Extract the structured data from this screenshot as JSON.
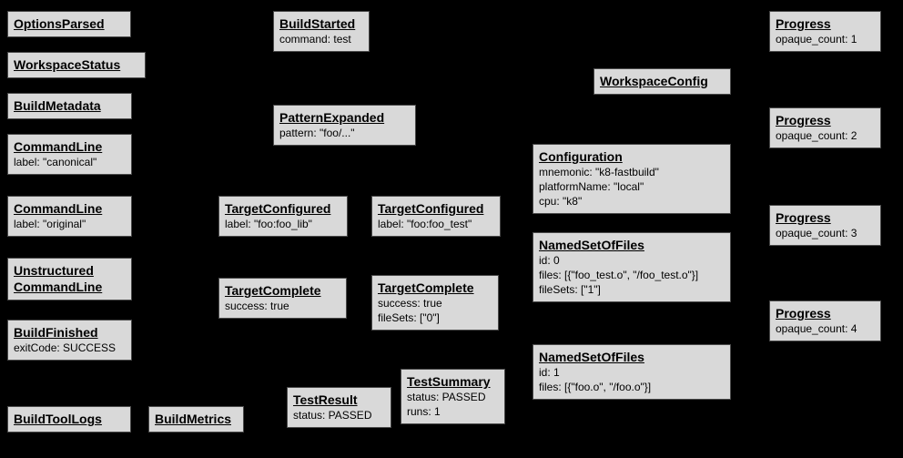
{
  "diagram": {
    "background_color": "#000000",
    "box_color": "#d9d9d9",
    "text_color": "#000000"
  },
  "nodes": [
    {
      "title": "OptionsParsed",
      "lines": []
    },
    {
      "title": "WorkspaceStatus",
      "lines": []
    },
    {
      "title": "BuildMetadata",
      "lines": []
    },
    {
      "title": "CommandLine",
      "lines": [
        "label: \"canonical\""
      ]
    },
    {
      "title": "CommandLine",
      "lines": [
        "label: \"original\""
      ]
    },
    {
      "title": "Unstructured CommandLine",
      "lines": []
    },
    {
      "title": "BuildFinished",
      "lines": [
        "exitCode: SUCCESS"
      ]
    },
    {
      "title": "BuildToolLogs",
      "lines": []
    },
    {
      "title": "BuildMetrics",
      "lines": []
    },
    {
      "title": "BuildStarted",
      "lines": [
        "command: test"
      ]
    },
    {
      "title": "PatternExpanded",
      "lines": [
        "pattern: \"foo/...\""
      ]
    },
    {
      "title": "TargetConfigured",
      "lines": [
        "label: \"foo:foo_lib\""
      ]
    },
    {
      "title": "TargetComplete",
      "lines": [
        "success: true"
      ]
    },
    {
      "title": "TestResult",
      "lines": [
        "status: PASSED"
      ]
    },
    {
      "title": "TargetConfigured",
      "lines": [
        "label: \"foo:foo_test\""
      ]
    },
    {
      "title": "TargetComplete",
      "lines": [
        "success: true",
        "fileSets: [\"0\"]"
      ]
    },
    {
      "title": "TestSummary",
      "lines": [
        "status: PASSED",
        "runs: 1"
      ]
    },
    {
      "title": "WorkspaceConfig",
      "lines": []
    },
    {
      "title": "Configuration",
      "lines": [
        "mnemonic: \"k8-fastbuild\"",
        "platformName: \"local\"",
        "cpu: \"k8\""
      ]
    },
    {
      "title": "NamedSetOfFiles",
      "lines": [
        "id: 0",
        "files: [{\"foo_test.o\", \"/foo_test.o\"}]",
        "fileSets: [\"1\"]"
      ]
    },
    {
      "title": "NamedSetOfFiles",
      "lines": [
        "id: 1",
        "files: [{\"foo.o\", \"/foo.o\"}]"
      ]
    },
    {
      "title": "Progress",
      "lines": [
        "opaque_count: 1"
      ]
    },
    {
      "title": "Progress",
      "lines": [
        "opaque_count: 2"
      ]
    },
    {
      "title": "Progress",
      "lines": [
        "opaque_count: 3"
      ]
    },
    {
      "title": "Progress",
      "lines": [
        "opaque_count: 4"
      ]
    }
  ]
}
